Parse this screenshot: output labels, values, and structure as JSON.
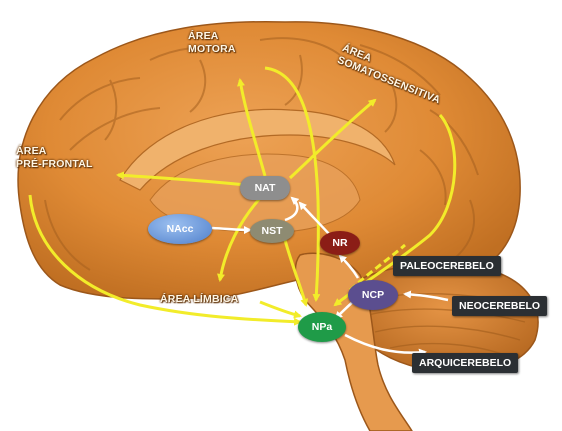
{
  "regions": {
    "motor_line1": "ÁREA",
    "motor_line2": "MOTORA",
    "somato_line1": "ÁREA",
    "somato_line2": "SOMATOSSENSITIVA",
    "prefrontal_line1": "ÁREA",
    "prefrontal_line2": "PRÉ-FRONTAL",
    "limbic": "ÁREA LÍMBICA"
  },
  "nuclei": {
    "nat": "NAT",
    "nacc": "NAcc",
    "nst": "NST",
    "nr": "NR",
    "ncp": "NCP",
    "npa": "NPa"
  },
  "cerebellum": {
    "paleo": "PALEOCEREBELO",
    "neo": "NEOCEREBELO",
    "arqui": "ARQUICEREBELO"
  },
  "colors": {
    "pathway": "#f2ec2a",
    "feedback": "#ffffff",
    "brain": "#e08a36",
    "nat": "#8e8e8e",
    "nacc": "#5f8fd6",
    "nst": "#8e8b72",
    "nr": "#8b1d16",
    "ncp": "#5b4e8f",
    "npa": "#1f9b48",
    "label_box": "#2b2f33"
  }
}
